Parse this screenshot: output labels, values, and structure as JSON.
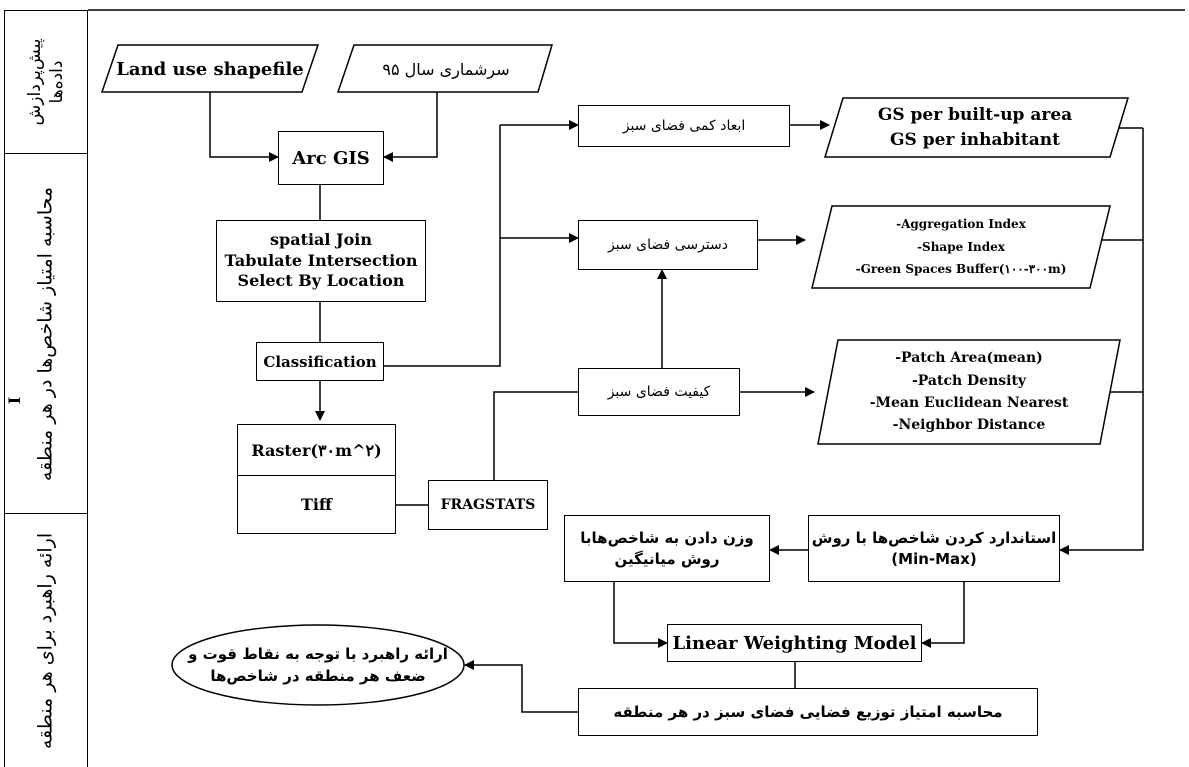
{
  "lanes": {
    "preprocess": "پیش‌پردازش داده‌ها",
    "compute": "محاسبه امتیاز شاخص‌ها در هر منطقه",
    "compute_marker": "I",
    "strategy": "ارائه راهبرد برای هر منطقه"
  },
  "inputs": {
    "landuse": "Land use shapefile",
    "census": "سرشماری سال ۹۵"
  },
  "arcgis": "Arc GIS",
  "ops": {
    "line1": "spatial Join",
    "line2": "Tabulate Intersection",
    "line3": "Select By Location"
  },
  "classification": "Classification",
  "raster": {
    "top": "Raster(۳۰m^۲)",
    "bottom": "Tiff"
  },
  "fragstats": "FRAGSTATS",
  "dims": {
    "quant": "ابعاد کمی فضای سبز",
    "access": "دسترسی فضای سبز",
    "quality": "کیفیت فضای سبز"
  },
  "outputs": {
    "quant": [
      "GS per built-up area",
      "GS per inhabitant"
    ],
    "access": [
      "-Aggregation Index",
      "-Shape Index",
      "-Green Spaces Buffer(۱۰۰-۳۰۰m)"
    ],
    "quality": [
      "-Patch Area(mean)",
      "-Patch Density",
      "-Mean Euclidean Nearest",
      "-Neighbor Distance"
    ]
  },
  "standardize": {
    "line1": "استاندارد کردن شاخص‌ها با روش",
    "line2": "(Min-Max)"
  },
  "weighting": {
    "line1": "وزن دادن به شاخص‌هابا",
    "line2": "روش میانیگین"
  },
  "lwm": "Linear Weighting Model",
  "score": "محاسبه امتیاز توزیع فضایی فضای سبز در هر منطقه",
  "strategy_out": {
    "line1": "ارائه راهبرد با توجه به نقاط قوت و",
    "line2": "ضعف هر منطقه در شاخص‌ها"
  }
}
